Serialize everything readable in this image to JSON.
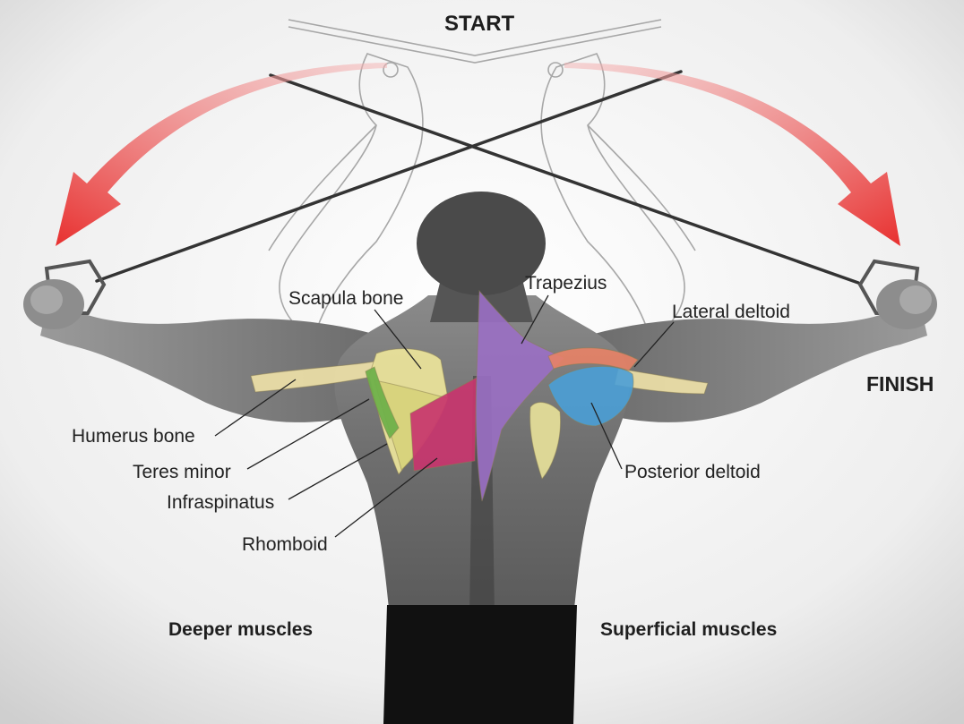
{
  "title_start": "START",
  "title_finish": "FINISH",
  "labels": {
    "scapula": "Scapula bone",
    "trapezius": "Trapezius",
    "lateral_deltoid": "Lateral deltoid",
    "humerus": "Humerus bone",
    "teres_minor": "Teres minor",
    "infraspinatus": "Infraspinatus",
    "rhomboid": "Rhomboid",
    "posterior_deltoid": "Posterior deltoid"
  },
  "groups": {
    "deeper": "Deeper muscles",
    "superficial": "Superficial muscles"
  },
  "colors": {
    "arrow": "#e8302f",
    "trapezius": "#9a6fc4",
    "lateral_deltoid": "#e88266",
    "posterior_deltoid": "#4a9ed6",
    "scapula": "#e9e29a",
    "infraspinatus": "#d6d27a",
    "rhomboid": "#c8356e",
    "teres_minor": "#6fb04a",
    "humerus": "#f0e2a8"
  }
}
